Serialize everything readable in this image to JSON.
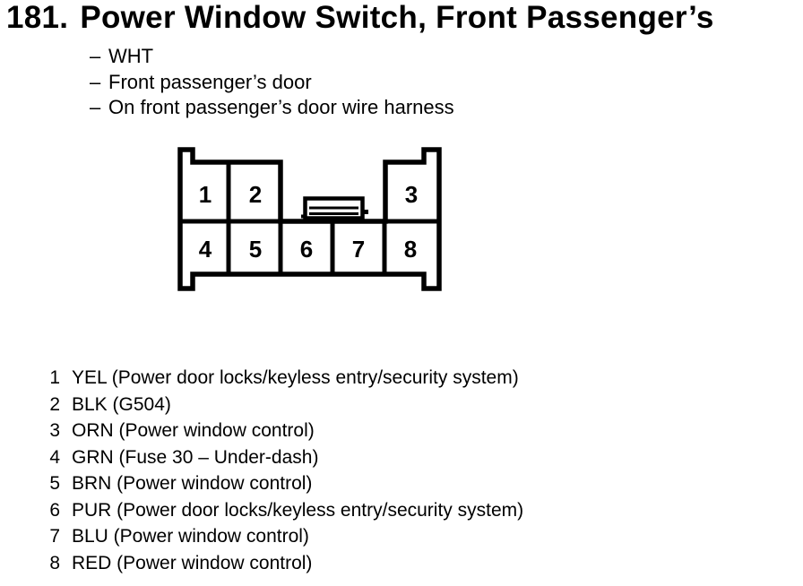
{
  "colors": {
    "ink": "#000000",
    "paper": "#ffffff"
  },
  "figure": {
    "number": "181.",
    "title": "Power Window Switch, Front Passenger’s",
    "bullet_marker": "–",
    "bullets": [
      "WHT",
      "Front passenger’s door",
      "On front passenger’s door wire harness"
    ]
  },
  "connector": {
    "pins": [
      {
        "pin": "1",
        "label": "YEL (Power door locks/keyless entry/security system)"
      },
      {
        "pin": "2",
        "label": "BLK (G504)"
      },
      {
        "pin": "3",
        "label": "ORN (Power window control)"
      },
      {
        "pin": "4",
        "label": "GRN (Fuse 30 – Under-dash)"
      },
      {
        "pin": "5",
        "label": "BRN (Power window control)"
      },
      {
        "pin": "6",
        "label": "PUR (Power door locks/keyless entry/security system)"
      },
      {
        "pin": "7",
        "label": "BLU (Power window control)"
      },
      {
        "pin": "8",
        "label": "RED (Power window control)"
      }
    ]
  }
}
